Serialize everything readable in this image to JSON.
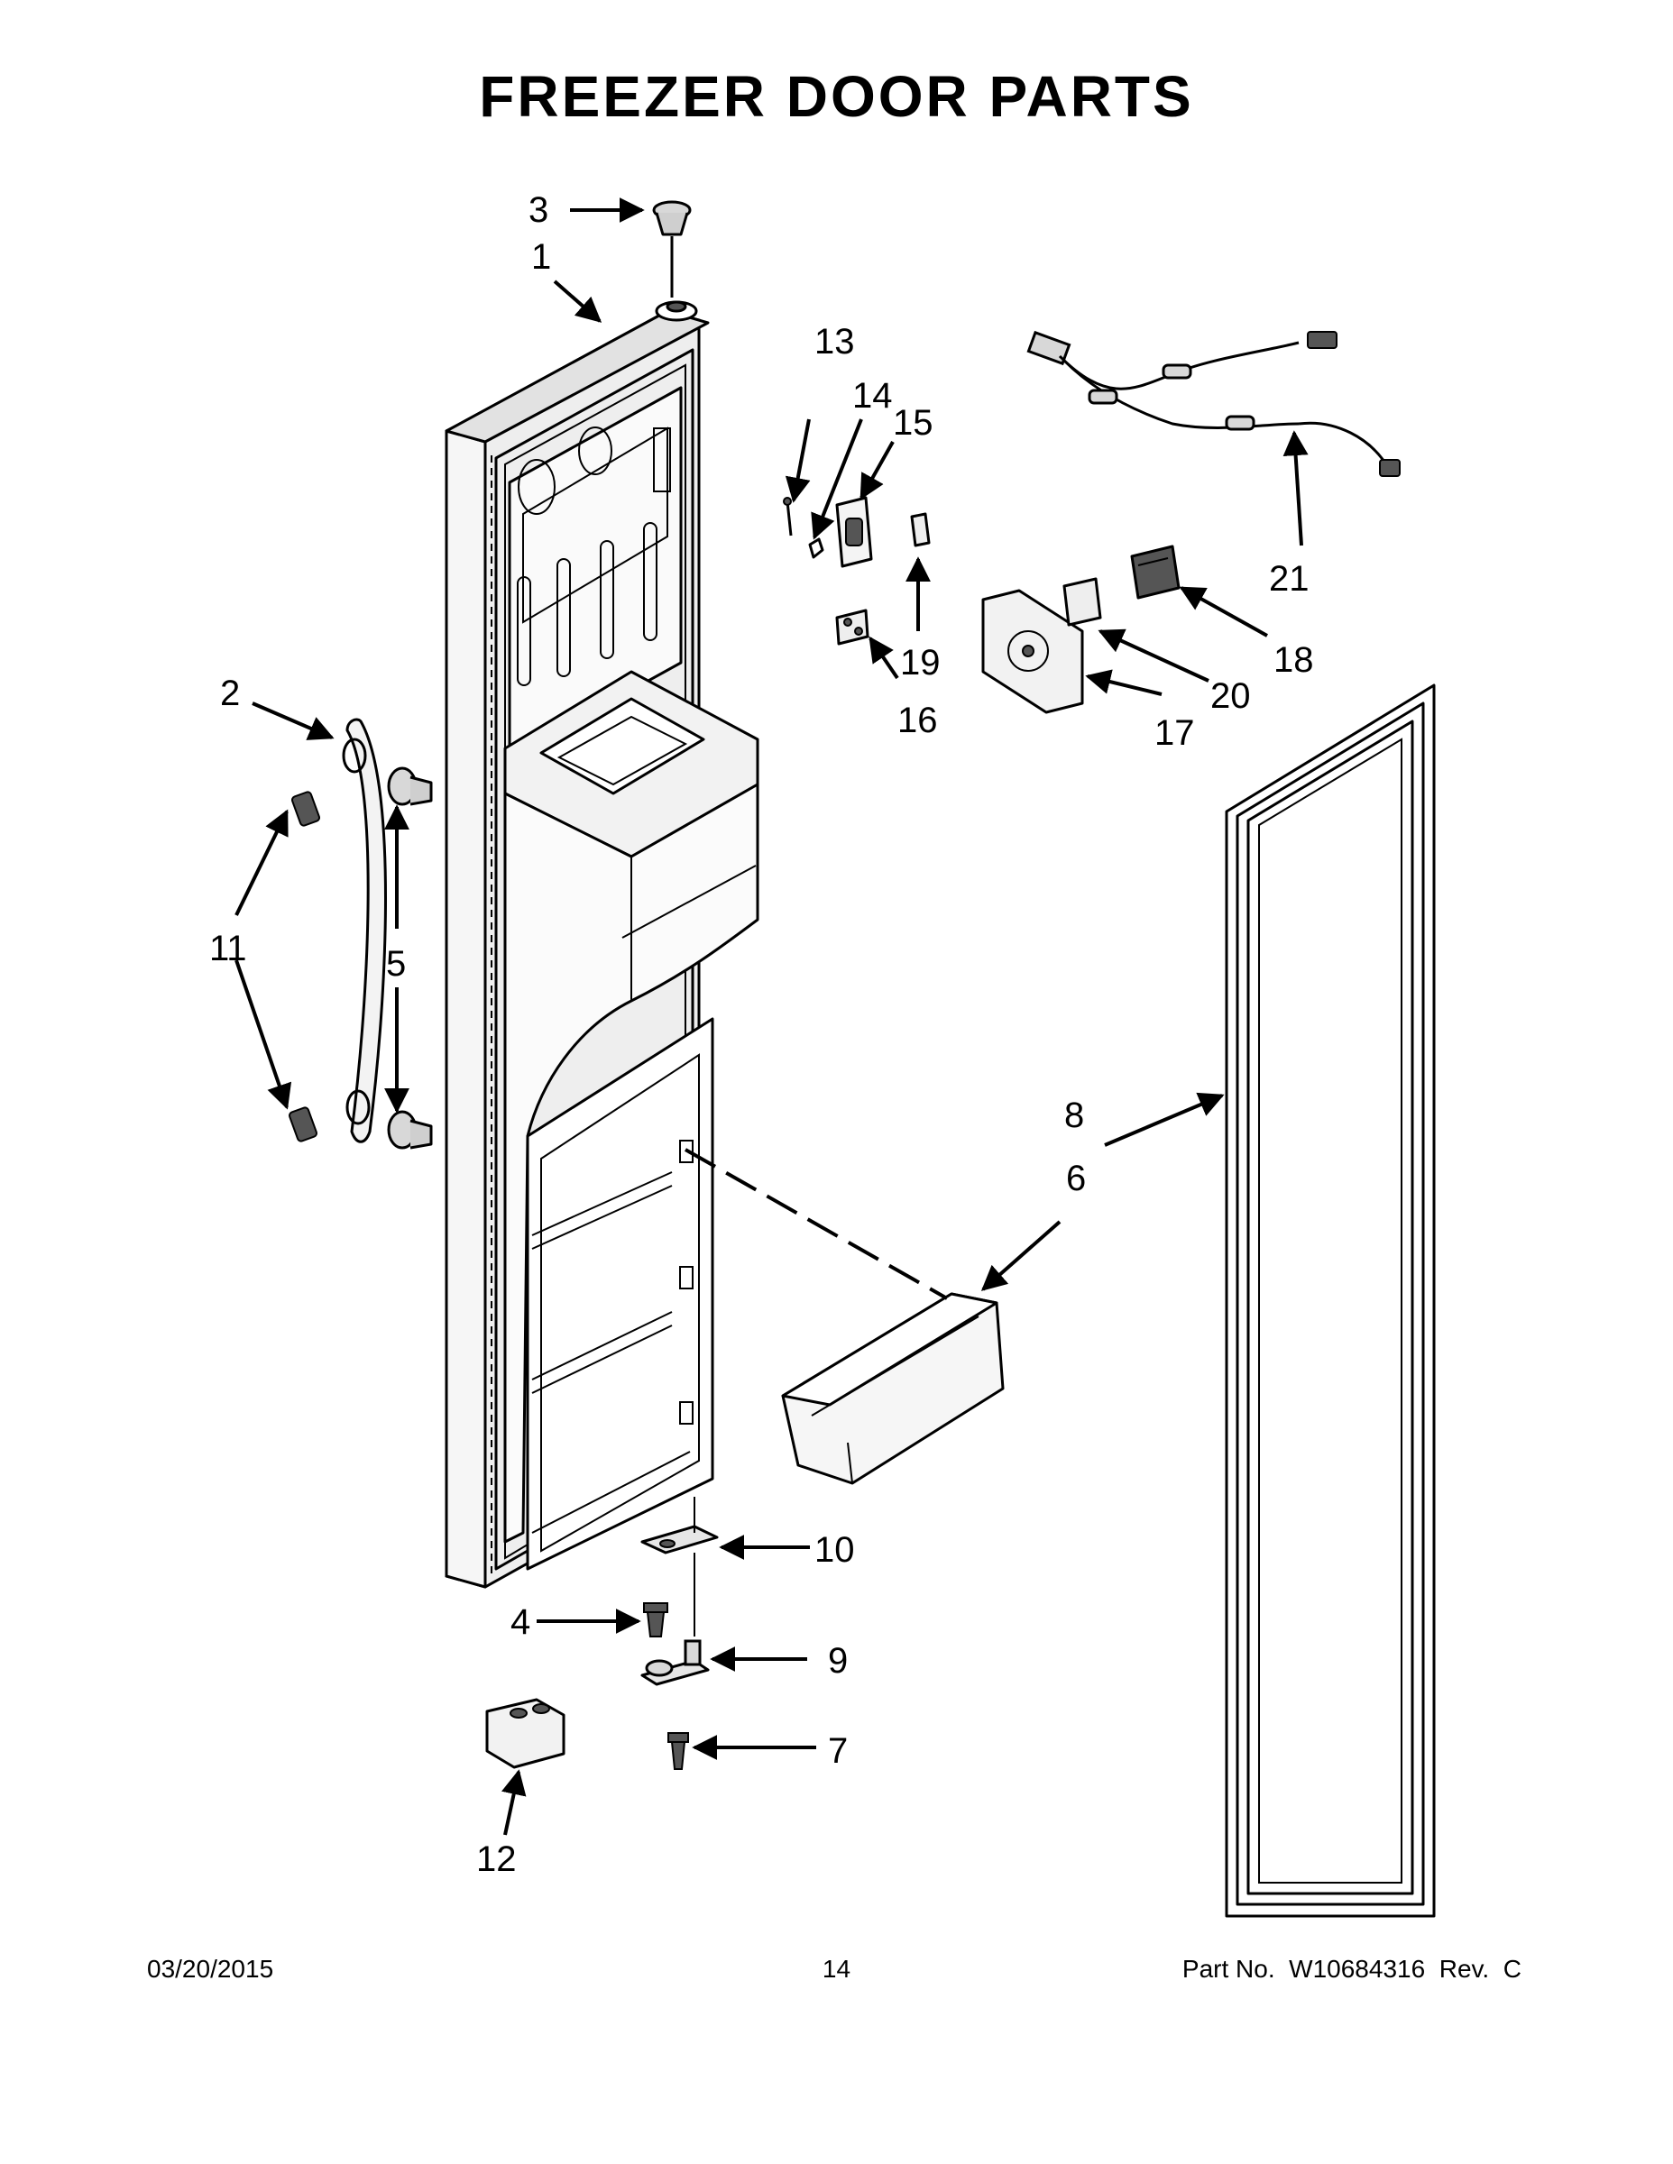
{
  "title": "FREEZER DOOR PARTS",
  "footer": {
    "date": "03/20/2015",
    "page": "14",
    "part_no": "Part No.  W10684316  Rev.  C"
  },
  "callouts": {
    "c1": "1",
    "c2": "2",
    "c3": "3",
    "c4": "4",
    "c5": "5",
    "c6": "6",
    "c7": "7",
    "c8": "8",
    "c9": "9",
    "c10": "10",
    "c11": "11",
    "c12": "12",
    "c13": "13",
    "c14": "14",
    "c15": "15",
    "c16": "16",
    "c17": "17",
    "c18": "18",
    "c19": "19",
    "c20": "20",
    "c21": "21"
  }
}
